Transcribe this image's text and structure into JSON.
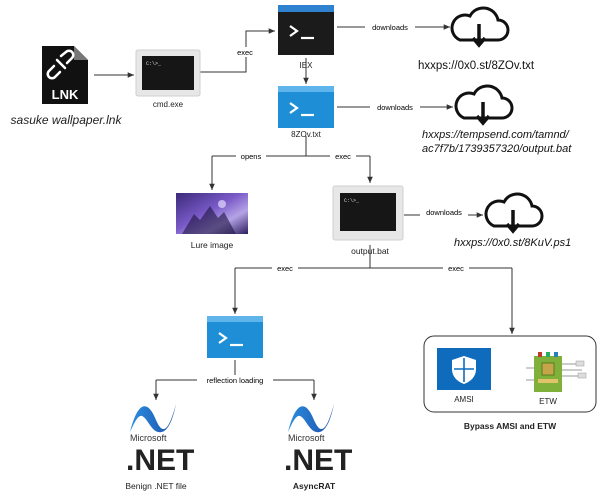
{
  "nodes": {
    "lnk_file": {
      "badge": "LNK",
      "caption": "sasuke wallpaper.lnk"
    },
    "cmd": {
      "caption": "cmd.exe",
      "prompt": "C:\\>_"
    },
    "iex": {
      "caption": "IEX"
    },
    "stage2": {
      "caption": "8ZOv.txt"
    },
    "output_bat": {
      "caption": "output.bat",
      "prompt": "C:\\>_"
    },
    "lure": {
      "caption": "Lure image"
    },
    "reflect_shell": {
      "caption": ""
    },
    "benign_net": {
      "brand": "Microsoft",
      "mark": ".NET",
      "caption": "Benign .NET file"
    },
    "asyncrat": {
      "brand": "Microsoft",
      "mark": ".NET",
      "caption": "AsyncRAT"
    },
    "bypass": {
      "amsi": "AMSI",
      "etw": "ETW",
      "caption": "Bypass AMSI and ETW"
    }
  },
  "urls": {
    "url1": "hxxps://0x0.st/8ZOv.txt",
    "url2_line1": "hxxps://tempsend.com/tamnd/",
    "url2_line2": "ac7f7b/1739357320/output.bat",
    "url3": "hxxps://0x0.st/8KuV.ps1"
  },
  "edges": {
    "exec_cmd_iex": "exec",
    "downloads_1": "downloads",
    "downloads_2": "downloads",
    "opens": "opens",
    "exec_stage2": "exec",
    "downloads_3": "downloads",
    "exec_left": "exec",
    "exec_right": "exec",
    "reflection": "reflection loading"
  },
  "colors": {
    "shell_blue": "#1e8fd6",
    "shell_header": "#5fb4ec",
    "iex_dark": "#1b1b1b",
    "iex_header": "#2e82cf",
    "amsi_blue": "#0f6cbd",
    "etw_green": "#7fb03a",
    "net_blue": "#2a6fc9",
    "lure_purple": "#5a3c9a",
    "line": "#333333"
  }
}
